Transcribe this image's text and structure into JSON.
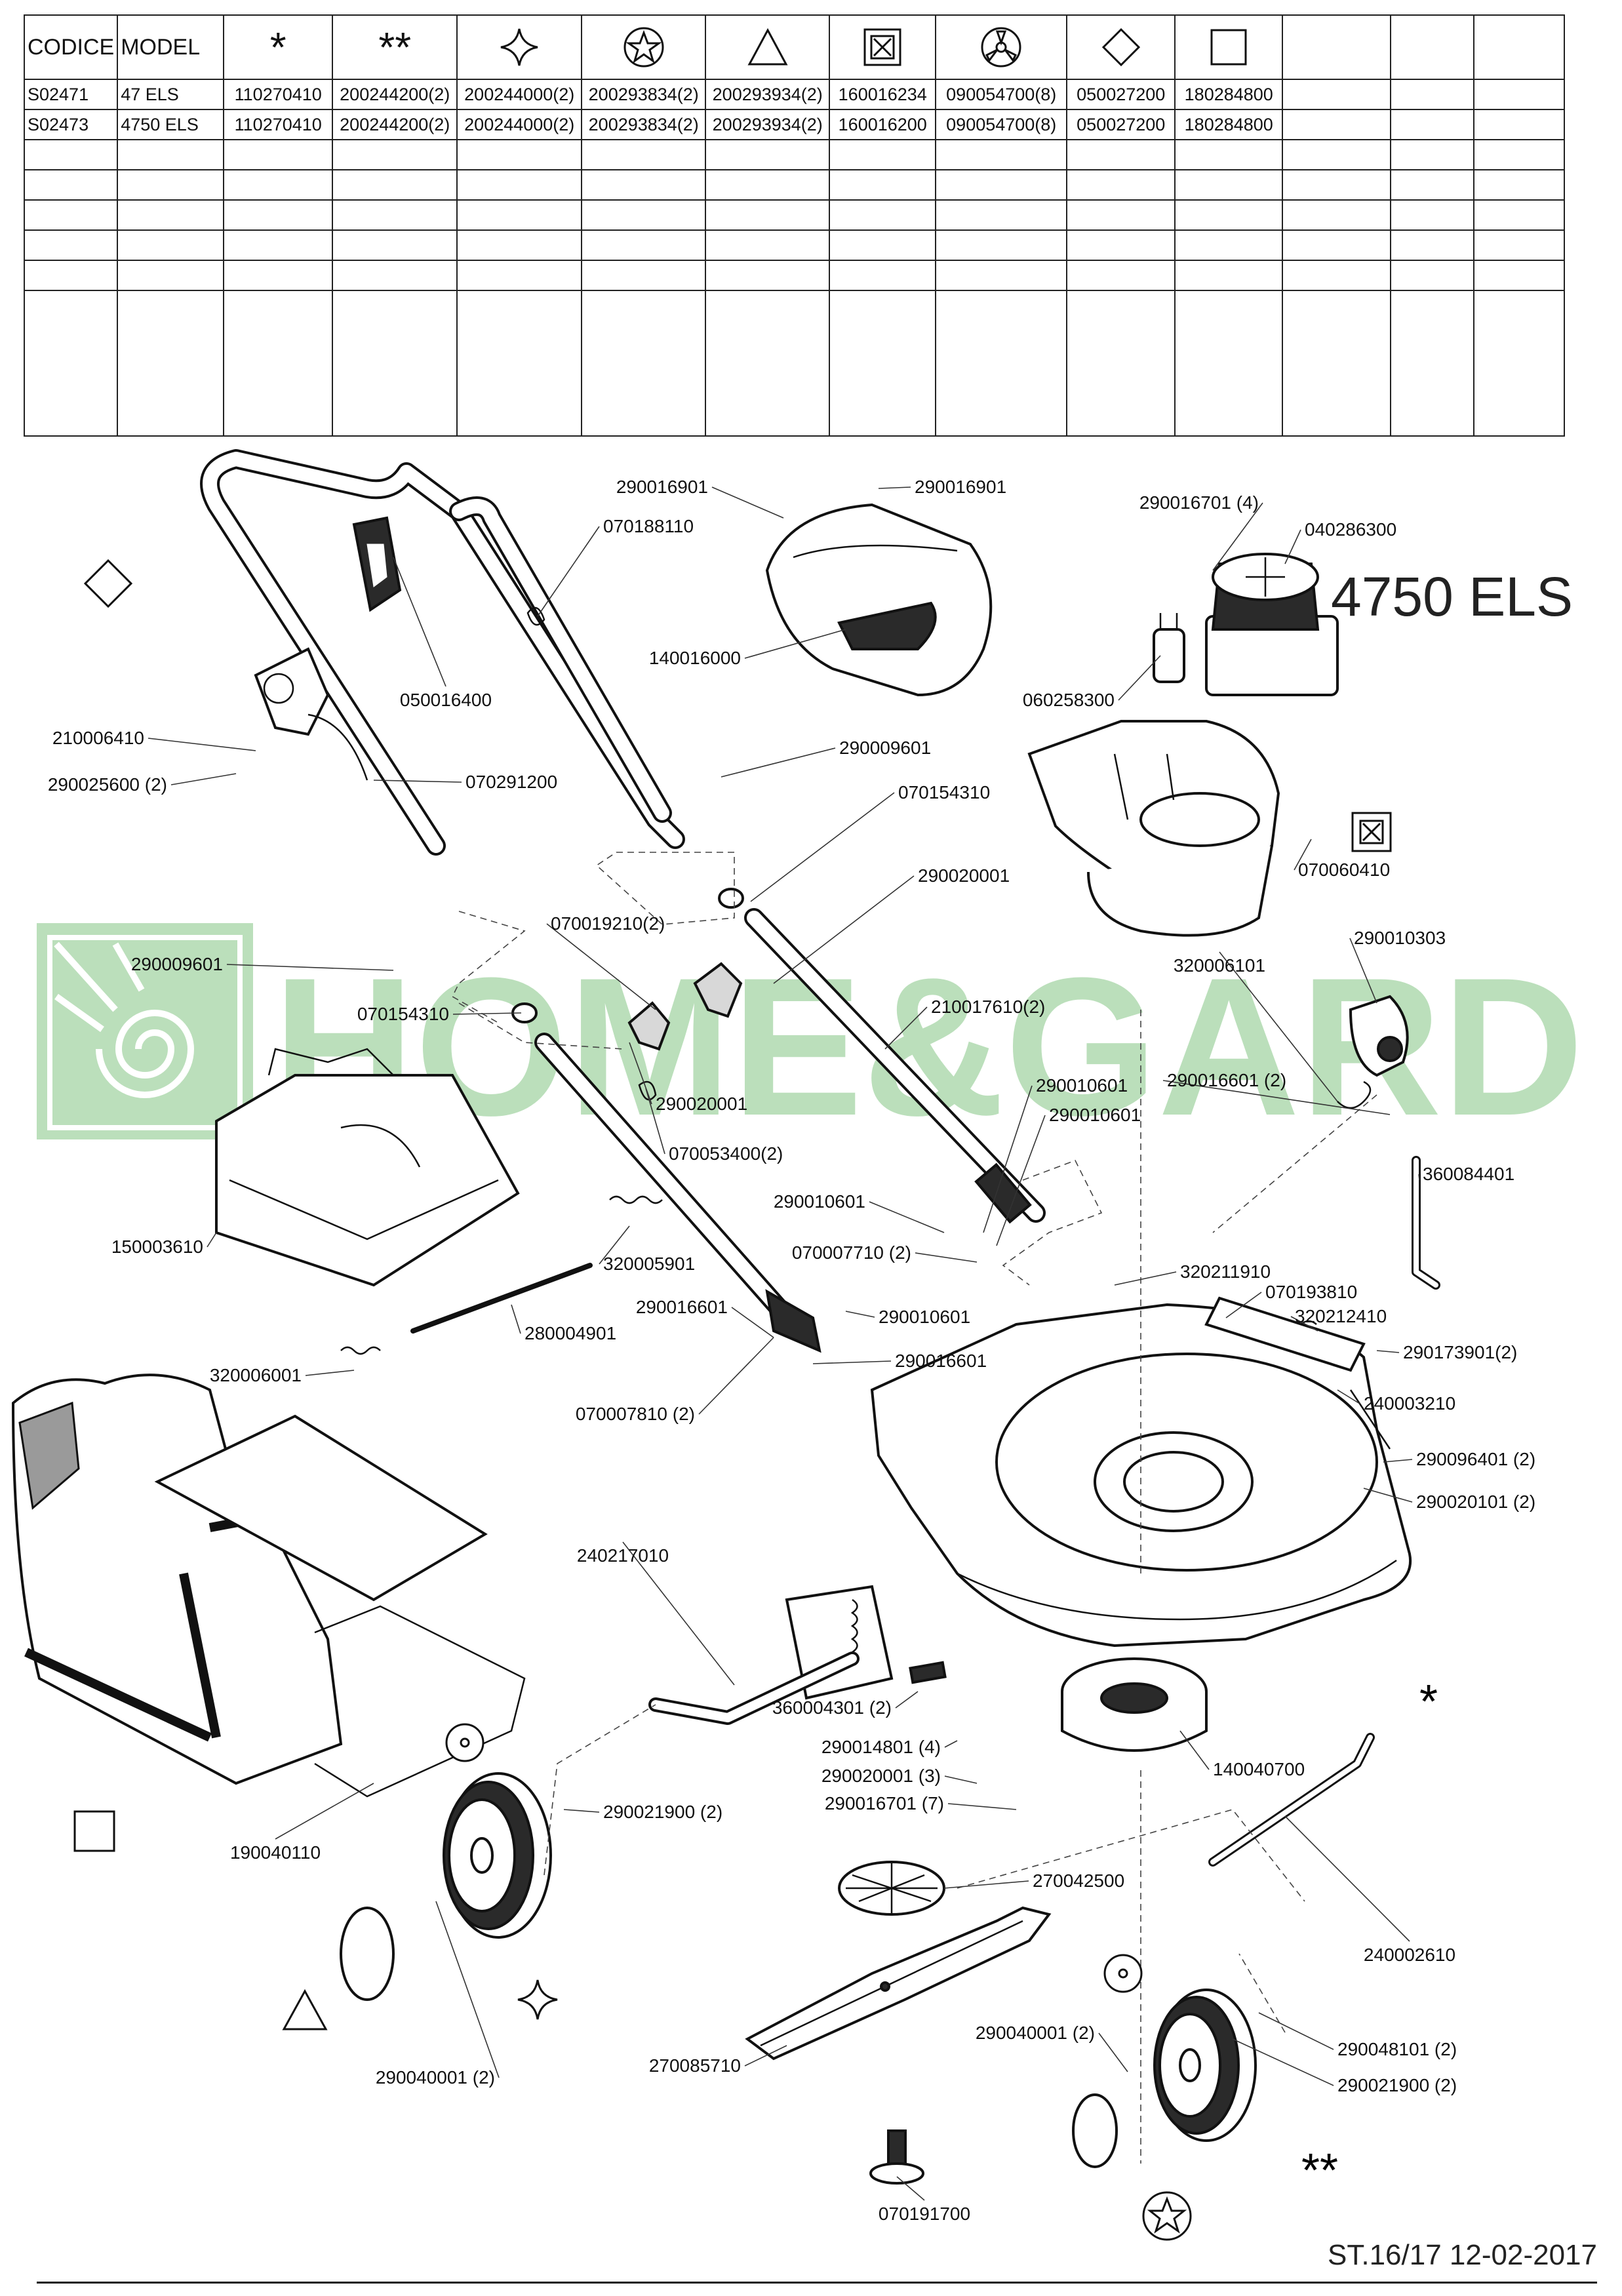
{
  "table": {
    "headers": [
      "CODICE",
      "MODEL"
    ],
    "symbol_columns": [
      "asterisk",
      "double-asterisk",
      "four-point-star",
      "star-circle",
      "triangle",
      "square-cross",
      "wheel-hub",
      "diamond",
      "square"
    ],
    "symbol_glyphs": {
      "asterisk": "*",
      "double-asterisk": "**"
    },
    "rows": [
      {
        "codice": "S02471",
        "model": "47 ELS",
        "cells": [
          "110270410",
          "200244200(2)",
          "200244000(2)",
          "200293834(2)",
          "200293934(2)",
          "160016234",
          "090054700(8)",
          "050027200",
          "180284800"
        ]
      },
      {
        "codice": "S02473",
        "model": "4750 ELS",
        "cells": [
          "110270410",
          "200244200(2)",
          "200244000(2)",
          "200293834(2)",
          "200293934(2)",
          "160016200",
          "090054700(8)",
          "050027200",
          "180284800"
        ]
      }
    ]
  },
  "model_title": "4750 ELS",
  "watermark": "HOME&GARDEN",
  "footer": "ST.16/17  12-02-2017",
  "symbols": {
    "asterisk": "*",
    "double_asterisk": "**"
  },
  "part_labels": [
    "290016901",
    "290016901",
    "070188110",
    "140016000",
    "290016701 (4)",
    "040286300",
    "060258300",
    "050016400",
    "210006410",
    "290025600 (2)",
    "070291200",
    "290009601",
    "070154310",
    "290020001",
    "070060410",
    "290010303",
    "320006101",
    "070019210(2)",
    "290009601",
    "070154310",
    "210017610(2)",
    "290020001",
    "290016601 (2)",
    "290010601",
    "290010601",
    "070053400(2)",
    "360084401",
    "150003610",
    "290010601",
    "070007710 (2)",
    "320005901",
    "320211910",
    "070193810",
    "290016601",
    "290010601",
    "320212410",
    "290173901(2)",
    "280004901",
    "290016601",
    "070007810 (2)",
    "320006001",
    "240003210",
    "290096401 (2)",
    "290020101 (2)",
    "240217010",
    "360004301 (2)",
    "290014801 (4)",
    "290020001 (3)",
    "290016701 (7)",
    "140040700",
    "190040110",
    "290021900 (2)",
    "270042500",
    "240002610",
    "270085710",
    "290040001 (2)",
    "290040001 (2)",
    "290048101 (2)",
    "290021900 (2)",
    "070191700"
  ]
}
